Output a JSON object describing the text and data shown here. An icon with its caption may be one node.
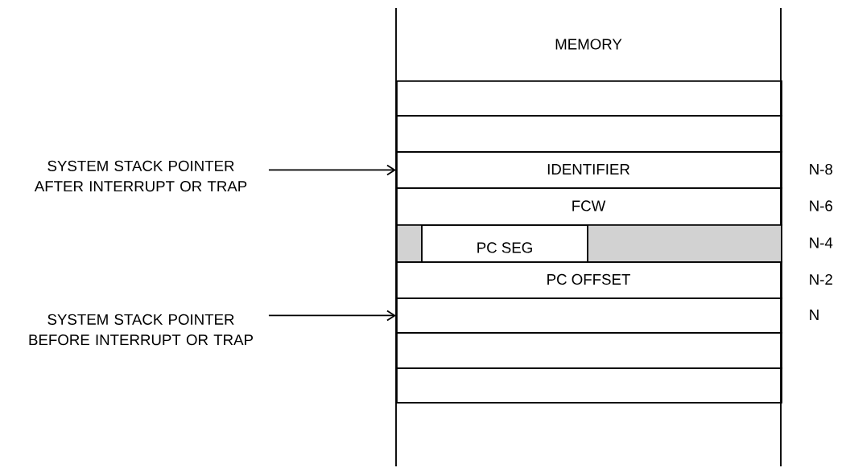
{
  "diagram": {
    "nodes": [
      {
        "text": [
          "MEMORY"
        ]
      },
      {
        "text": [],
        "shape": "box",
        "in": 0
      },
      {
        "text": [],
        "shape": "box",
        "in": 0
      },
      {
        "text": [
          "IDENTIFIER"
        ],
        "in": 0,
        "beside": [
          "N-8"
        ]
      },
      {
        "text": [
          "FCW"
        ],
        "in": 0,
        "beside": [
          "N-6"
        ]
      },
      {
        "text": [
          "PC SEG"
        ],
        "in": 0,
        "beside": [
          "N-4"
        ]
      },
      {
        "text": [
          "PC OFFSET"
        ],
        "in": 0,
        "beside": [
          "N-2"
        ]
      },
      {
        "text": [],
        "shape": "box",
        "in": 0,
        "beside": [
          "N"
        ]
      },
      {
        "text": [],
        "shape": "box",
        "in": 0
      },
      {
        "text": [],
        "shape": "box",
        "in": 0
      },
      {
        "text": [
          "SYSTEM STACK POINTER AFTER INTERRUPT OR TRAP"
        ]
      },
      {
        "text": [
          "SYSTEM STACK POINTER BEFORE INTERRUPT OR TRAP"
        ]
      }
    ],
    "edges": [
      {
        "from": 10,
        "to": 3,
        "arrow": "to"
      },
      {
        "from": 11,
        "to": 7,
        "arrow": "to"
      }
    ]
  }
}
